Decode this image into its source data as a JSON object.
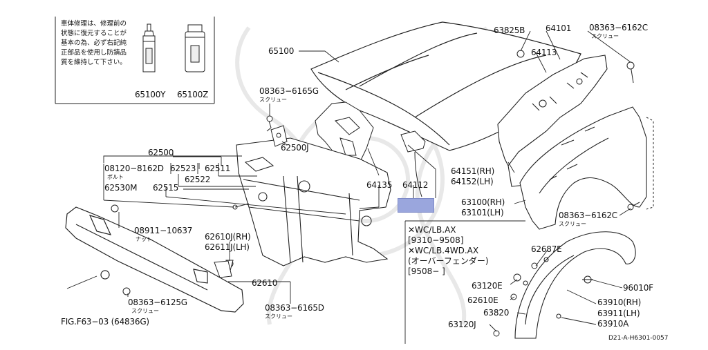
{
  "diagram": {
    "notice_lines": [
      "車体修理は、修理前の",
      "状態に復元することが",
      "基本の為、必ず右記純",
      "正部品を使用し防錆品",
      "質を維持して下さい。"
    ],
    "labels": {
      "p65100Y": "65100Y",
      "p65100Z": "65100Z",
      "p65100": "65100",
      "p63825B": "63825B",
      "p64101": "64101",
      "p08363_6162C_top": "08363−6162C",
      "sub_screw_top": "スクリュー",
      "p64113": "64113",
      "p08363_6165G": "08363−6165G",
      "sub_screw_6165G": "スクリュー",
      "p62500J": "62500J",
      "p62500": "62500",
      "p08120_8162D": "08120−8162D",
      "sub_bolt": "ボルト",
      "p62523": "62523",
      "p62511": "62511",
      "p62522": "62522",
      "p62530M": "62530M",
      "p62515": "62515",
      "p64135": "64135",
      "p64112": "64112",
      "p64151": "64151(RH)",
      "p64152": "64152(LH)",
      "p63100": "63100(RH)",
      "p63101": "63101(LH)",
      "p08363_6162C_mid": "08363−6162C",
      "sub_screw_mid": "スクリュー",
      "p08911_10637": "08911−10637",
      "sub_nut": "ナット",
      "p62610J": "62610J(RH)",
      "p62611J": "62611J(LH)",
      "p62610": "62610",
      "p08363_6125G": "08363−6125G",
      "sub_screw_6125G": "スクリュー",
      "p08363_6165D": "08363−6165D",
      "sub_screw_6165D": "スクリュー",
      "fig_ref": "FIG.F63−03 (64836G)",
      "p62687E": "62687E",
      "p96010F": "96010F",
      "p63120E": "63120E",
      "p62610E": "62610E",
      "p63910": "63910(RH)",
      "p63911": "63911(LH)",
      "p63820": "63820",
      "p63910A": "63910A",
      "p63120J": "63120J"
    },
    "notes": [
      "✕WC/LB.AX",
      "[9310−9508]",
      "✕WC/LB.4WD.AX",
      "(オーバーフェンダー)",
      "[9508−        ]"
    ],
    "drawing_code": "D21-A-H6301-0057",
    "highlight_color": "#9aa6dd"
  }
}
